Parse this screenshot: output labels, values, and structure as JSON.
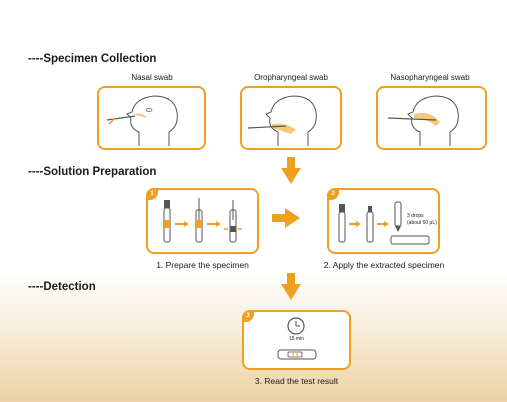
{
  "sections": {
    "collection": "----Specimen Collection",
    "preparation": "----Solution Preparation",
    "detection": "----Detection"
  },
  "collection": {
    "nasal": "Nasal swab",
    "oropharyngeal": "Oropharyngeal swab",
    "nasopharyngeal": "Nasopharyngeal swab"
  },
  "steps": {
    "step1": {
      "badge": "1",
      "caption": "1. Prepare the specimen"
    },
    "step2": {
      "badge": "2",
      "caption": "2. Apply the extracted specimen",
      "drops": "3 drops",
      "volume": "(about 60 μL)"
    },
    "step3": {
      "badge": "3",
      "caption": "3. Read the test result",
      "time": "15 min"
    }
  },
  "colors": {
    "accent": "#f0a020",
    "line": "#555555"
  }
}
